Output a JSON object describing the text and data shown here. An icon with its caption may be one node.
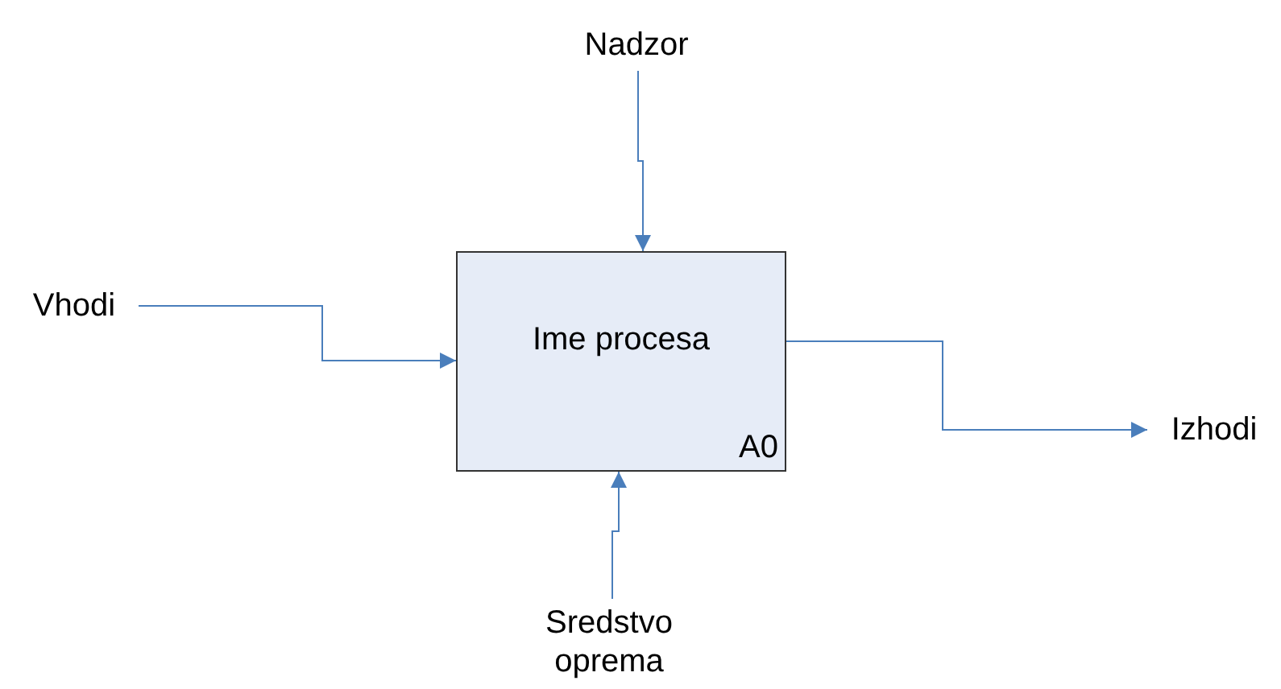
{
  "diagram": {
    "nodes": [
      {
        "text": [
          "Nadzor"
        ]
      },
      {
        "text": [
          "Vhodi"
        ]
      },
      {
        "text": [
          "Ime procesa",
          "A0"
        ]
      },
      {
        "text": [
          "Izhodi"
        ]
      },
      {
        "text": [
          "Sredstvo oprema"
        ]
      }
    ],
    "edges": [
      {
        "from": 0,
        "to": 2,
        "arrow": "to"
      },
      {
        "from": 1,
        "to": 2,
        "arrow": "to"
      },
      {
        "from": 2,
        "to": 3,
        "arrow": "to"
      },
      {
        "from": 4,
        "to": 2,
        "arrow": "to"
      }
    ]
  }
}
